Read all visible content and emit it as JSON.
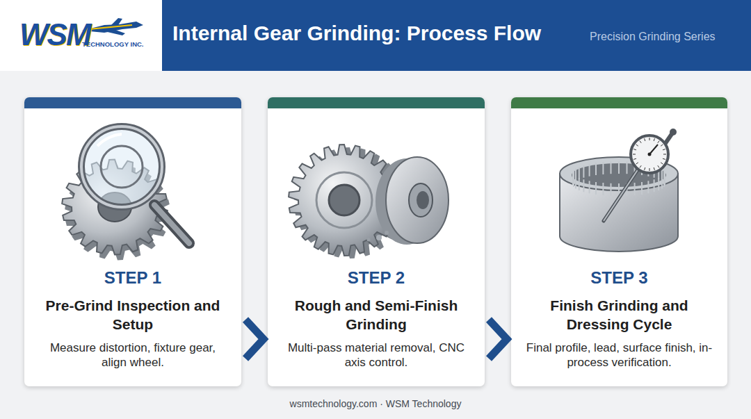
{
  "diagram": {
    "title": "Internal Gear Grinding: Process Flow",
    "nodes": [
      {
        "text": [
          "STEP 1",
          "Pre-Grind Inspection and Setup",
          "Measure distortion, fixture gear, align wheel."
        ]
      },
      {
        "text": [
          "STEP 2",
          "Rough and Semi-Finish Grinding",
          "Multi-pass material removal, CNC axis control."
        ]
      },
      {
        "text": [
          "STEP 3",
          "Finish Grinding and Dressing Cycle",
          "Final profile, lead, surface finish, in-process verification."
        ]
      }
    ],
    "edges": [
      {
        "from": 0,
        "to": 1,
        "arrow": "to"
      },
      {
        "from": 1,
        "to": 2,
        "arrow": "to"
      }
    ],
    "labels": [
      "WSM",
      "TECHNOLOGY INC.",
      "Precision Grinding Series",
      "wsmtechnology.com · WSM Technology"
    ]
  }
}
